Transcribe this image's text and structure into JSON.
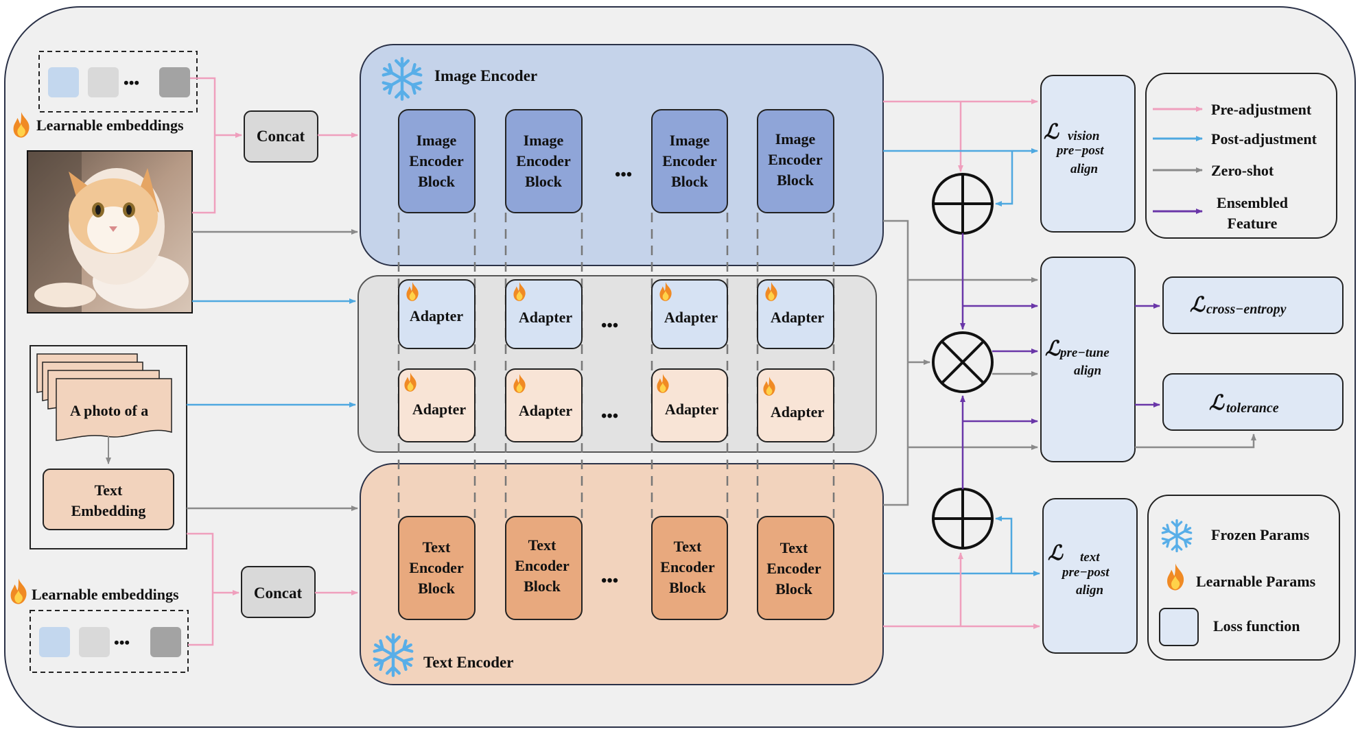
{
  "image_encoder": {
    "title": "Image Encoder",
    "block_line1": "Image",
    "block_line2": "Encoder",
    "block_line3": "Block"
  },
  "text_encoder": {
    "title": "Text Encoder",
    "block_line1": "Text",
    "block_line2": "Encoder",
    "block_line3": "Block"
  },
  "adapter_label": "Adapter",
  "ellipsis": "•••",
  "learnable_embeddings_label": "Learnable embeddings",
  "concat_label": "Concat",
  "prompt_text": "A photo of a",
  "text_embedding": {
    "line1": "Text",
    "line2": "Embedding"
  },
  "loss_vision": {
    "symbol": "ℒ",
    "sub1": "vision",
    "sub2": "pre−post",
    "sub3": "align"
  },
  "loss_text": {
    "symbol": "ℒ",
    "sub1": "text",
    "sub2": "pre−post",
    "sub3": "align"
  },
  "loss_pretune": {
    "symbol": "ℒ",
    "sub1": "pre−tune",
    "sub2": "align"
  },
  "loss_ce": {
    "symbol": "ℒ",
    "sub": "cross−entropy"
  },
  "loss_tol": {
    "symbol": "ℒ",
    "sub": "tolerance"
  },
  "legend_lines": [
    {
      "label": "Pre-adjustment",
      "color": "#ef9fbd"
    },
    {
      "label": "Post-adjustment",
      "color": "#4ea8e0"
    },
    {
      "label": "Zero-shot",
      "color": "#8a8a8a"
    },
    {
      "label_line1": "Ensembled",
      "label_line2": "Feature",
      "color": "#6a36a8"
    }
  ],
  "legend_params": {
    "frozen": "Frozen Params",
    "learnable": "Learnable Params",
    "loss": "Loss function"
  },
  "colors": {
    "pink": "#ef9fbd",
    "blue": "#4ea8e0",
    "gray": "#8a8a8a",
    "purple": "#6a36a8",
    "image_panel": "#c5d3ea",
    "image_block": "#8fa5d8",
    "text_panel": "#f2d3bd",
    "text_block": "#e8a97e",
    "adapter_panel": "#e2e2e2",
    "loss_box": "#dfe8f5",
    "snowflake": "#58aee8",
    "flame": "#f08a24"
  },
  "icons": [
    "snowflake-icon",
    "flame-icon",
    "cat-photo",
    "circle-plus-icon",
    "circle-times-icon"
  ]
}
